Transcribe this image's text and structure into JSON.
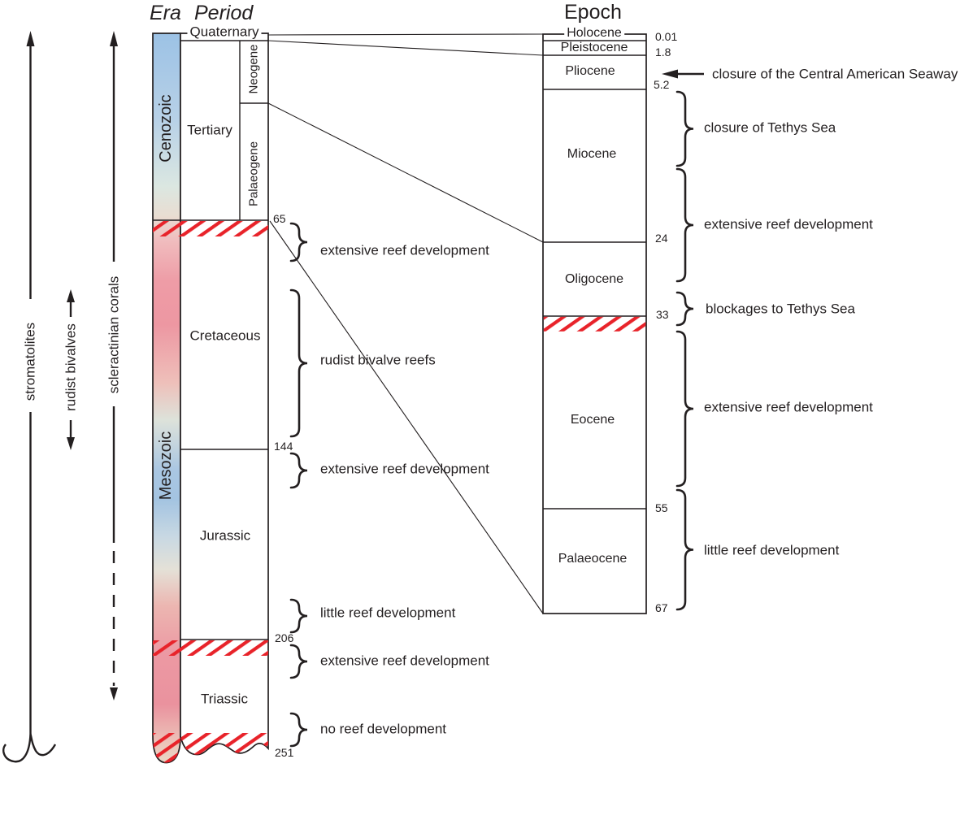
{
  "title_row": {
    "era": "Era",
    "period": "Period",
    "epoch": "Epoch"
  },
  "eras": [
    {
      "name": "Cenozoic"
    },
    {
      "name": "Mesozoic"
    }
  ],
  "periods": {
    "quaternary": "Quaternary",
    "tertiary": "Tertiary",
    "neogene": "Neogene",
    "palaeogene": "Palaeogene",
    "cretaceous": "Cretaceous",
    "jurassic": "Jurassic",
    "triassic": "Triassic"
  },
  "period_boundary_ages": [
    "65",
    "144",
    "206",
    "251"
  ],
  "epochs": [
    "Holocene",
    "Pleistocene",
    "Pliocene",
    "Miocene",
    "Oligocene",
    "Eocene",
    "Palaeocene"
  ],
  "epoch_boundary_ages": [
    "0.01",
    "1.8",
    "5.2",
    "24",
    "33",
    "55",
    "67"
  ],
  "organism_ranges": [
    "stromatolites",
    "rudist bivalves",
    "scleractinian corals"
  ],
  "period_annotations": [
    "extensive reef development",
    "rudist bivalve reefs",
    "extensive reef development",
    "little reef development",
    "extensive reef development",
    "no reef development"
  ],
  "epoch_annotations": [
    "closure of the Central American Seaway",
    "closure of Tethys Sea",
    "extensive reef development",
    "blockages to Tethys Sea",
    "extensive reef development",
    "little reef development"
  ],
  "colors": {
    "ink": "#231f20",
    "extinction_hatch_red": "#e8232a",
    "cenozoic_blue": "#9cc2e5",
    "reef_pink": "#ed97a2",
    "pale_green": "#dbe7e1",
    "cream": "#e9d6c6"
  }
}
